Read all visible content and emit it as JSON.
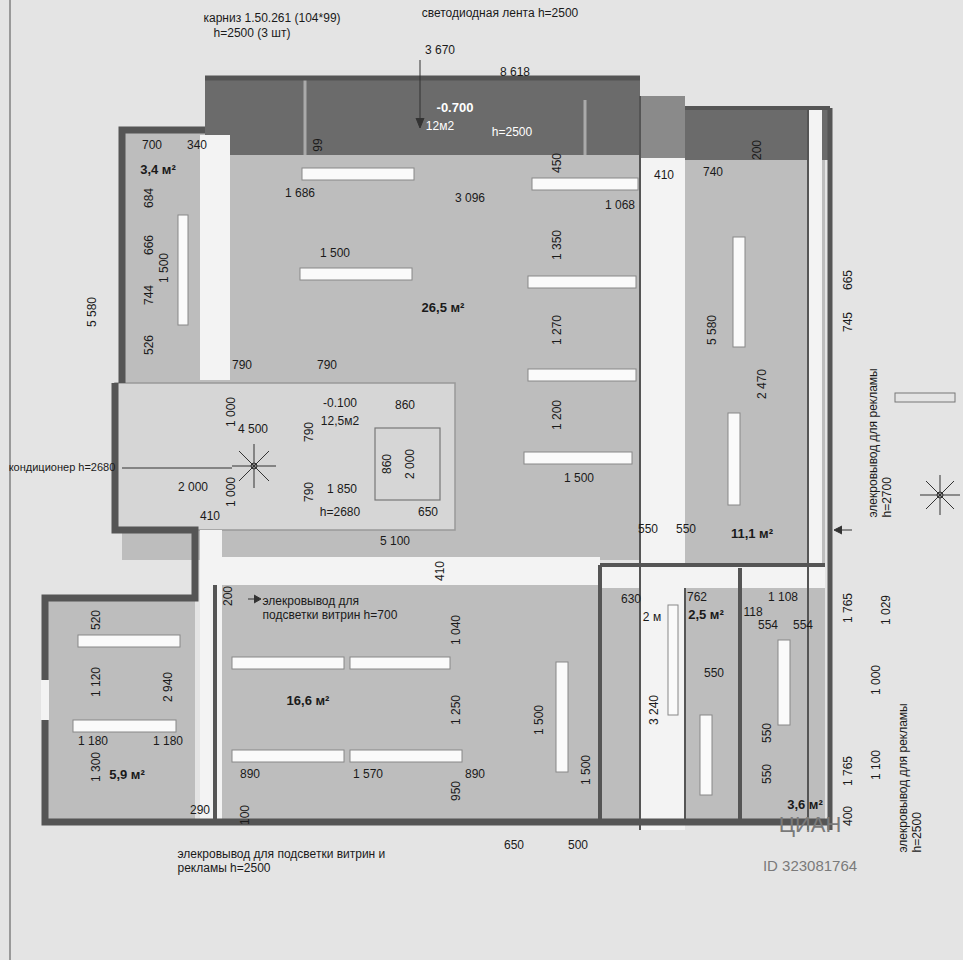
{
  "diagram": {
    "labels": [
      "карниз 1.50.261 (104*99)",
      "h=2500 (3 шт)",
      "светодиодная лента h=2500",
      "3 670",
      "8 618",
      "-0.700",
      "12м2",
      "h=2500",
      "700",
      "340",
      "99",
      "3,4 м²",
      "450",
      "410",
      "740",
      "200",
      "1 686",
      "3 096",
      "1 068",
      "684",
      "666",
      "1 500",
      "1 350",
      "1 500",
      "665",
      "744",
      "26,5 м²",
      "745",
      "526",
      "1 270",
      "5 580",
      "5 580",
      "2 470",
      "790",
      "790",
      "элекровывод для рекламы h=2700",
      "1 000",
      "-0.100",
      "12,5м2",
      "860",
      "1 200",
      "4 500",
      "790",
      "860",
      "2 000",
      "кондиционер h=2680",
      "1 500",
      "2 000",
      "1 000",
      "790",
      "1 850",
      "650",
      "410",
      "h=2680",
      "5 100",
      "550",
      "550",
      "11,1 м²",
      "410",
      "630",
      "762",
      "1 108",
      "118",
      "554",
      "554",
      "2 м",
      "2,5 м²",
      "1 765",
      "1 029",
      "200",
      "элекровывод для подсветки витрин h=700",
      "520",
      "1 040",
      "550",
      "1 120",
      "2 940",
      "16,6 м²",
      "1 000",
      "1 250",
      "1 500",
      "3 240",
      "550",
      "1 180",
      "1 180",
      "1 500",
      "1 300",
      "5,9 м²",
      "890",
      "1 570",
      "890",
      "1 100",
      "1 765",
      "550",
      "3,6 м²",
      "290",
      "100",
      "950",
      "элекровывод для рекламы h=2500",
      "400",
      "650",
      "500",
      "элекровывод для подсветки витрин и рекламы h=2500",
      "ЦИАН",
      "ID 323081764"
    ]
  }
}
